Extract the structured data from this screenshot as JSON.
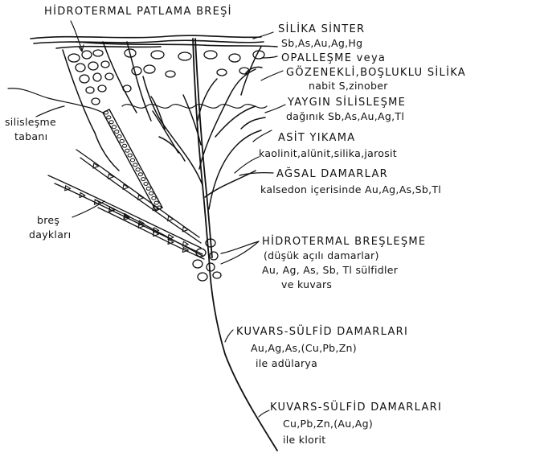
{
  "labels": {
    "hydrothermal_breccia": "HİDROTERMAL PATLAMA BREŞİ",
    "silica_sinter": "SİLİKA SİNTER",
    "silica_sinter_elements": "Sb,As,Au,Ag,Hg",
    "opalization": "OPALLEŞME veya",
    "porous_silica": "GÖZENEKLİ,BOŞLUKLU SİLİKA",
    "porous_silica_minerals": "nabit S,zinober",
    "silicification_base_1": "silisleşme",
    "silicification_base_2": "tabanı",
    "widespread_silicification": "YAYGIN SİLİSLEŞME",
    "widespread_silicification_elements": "dağınık Sb,As,Au,Ag,Tl",
    "acid_leaching": "ASİT YIKAMA",
    "acid_leaching_minerals": "kaolinit,alünit,silika,jarosit",
    "dendritic_veins": "AĞSAL DAMARLAR",
    "dendritic_veins_content": "kalsedon içerisinde Au,Ag,As,Sb,Tl",
    "breccia_dykes_1": "breş",
    "breccia_dykes_2": "daykları",
    "hydrothermal_brecciation": "HİDROTERMAL BREŞLEŞME",
    "low_angle_veins": "(düşük açılı damarlar)",
    "brecciation_sulfides": "Au, Ag, As, Sb, Tl sülfidler",
    "brecciation_quartz": "ve kuvars",
    "quartz_sulfide_veins_upper": "KUVARS-SÜLFİD DAMARLARI",
    "quartz_sulfide_upper_elements": "Au,Ag,As,(Cu,Pb,Zn)",
    "quartz_sulfide_upper_adularia": "ile adülarya",
    "quartz_sulfide_veins_lower": "KUVARS-SÜLFİD DAMARLARI",
    "quartz_sulfide_lower_elements": "Cu,Pb,Zn,(Au,Ag)",
    "quartz_sulfide_lower_chlorite": "ile klorit"
  },
  "colors": {
    "ink": "#111111",
    "background": "#ffffff"
  }
}
